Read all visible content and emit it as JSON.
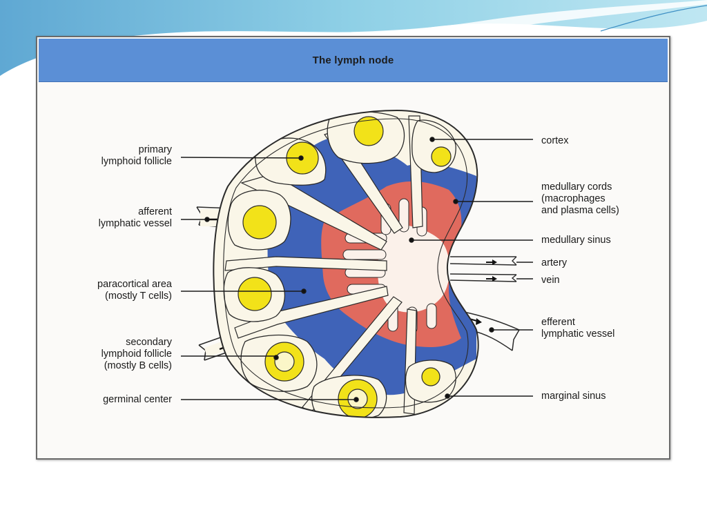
{
  "figure": {
    "title": "The lymph node"
  },
  "colors": {
    "header": "#5b8fd6",
    "paracortex": "#3f63b8",
    "medullary_cords": "#e06a5e",
    "follicle": "#f2e219",
    "cortex_fill": "#faf6e8",
    "outline": "#2a2a2a"
  },
  "labels_left": {
    "primary_follicle": "primary\nlymphoid follicle",
    "afferent_vessel": "afferent\nlymphatic vessel",
    "paracortical_area": "paracortical area\n(mostly T cells)",
    "secondary_follicle": "secondary\nlymphoid follicle\n(mostly B cells)",
    "germinal_center": "germinal center"
  },
  "labels_right": {
    "cortex": "cortex",
    "medullary_cords": "medullary cords\n(macrophages\nand plasma cells)",
    "medullary_sinus": "medullary sinus",
    "artery": "artery",
    "vein": "vein",
    "efferent_vessel": "efferent\nlymphatic vessel",
    "marginal_sinus": "marginal sinus"
  }
}
